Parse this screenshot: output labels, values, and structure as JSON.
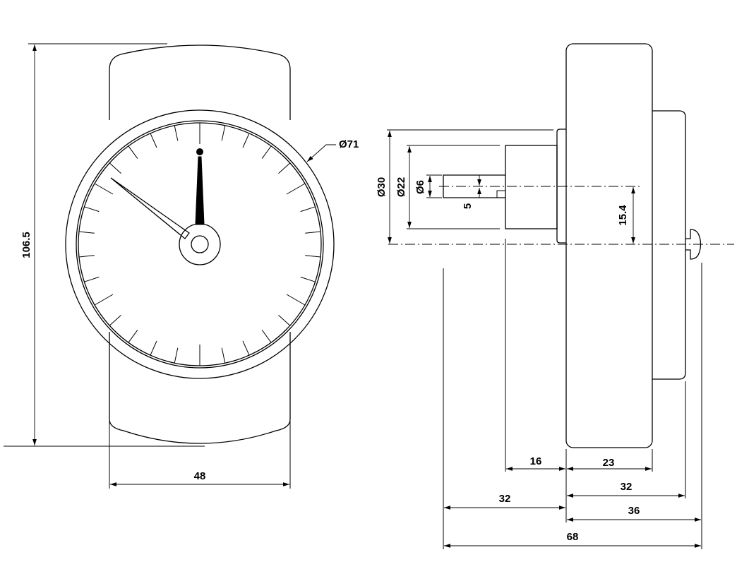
{
  "front_view": {
    "dim_height": "106.5",
    "dim_width": "48",
    "dim_bezel_diameter": "Ø71"
  },
  "side_view": {
    "dim_d30": "Ø30",
    "dim_d22": "Ø22",
    "dim_d6": "Ø6",
    "dim_5": "5",
    "dim_15_4": "15.4",
    "dim_16": "16",
    "dim_23": "23",
    "dim_32_right": "32",
    "dim_32_left": "32",
    "dim_36": "36",
    "dim_68": "68"
  }
}
